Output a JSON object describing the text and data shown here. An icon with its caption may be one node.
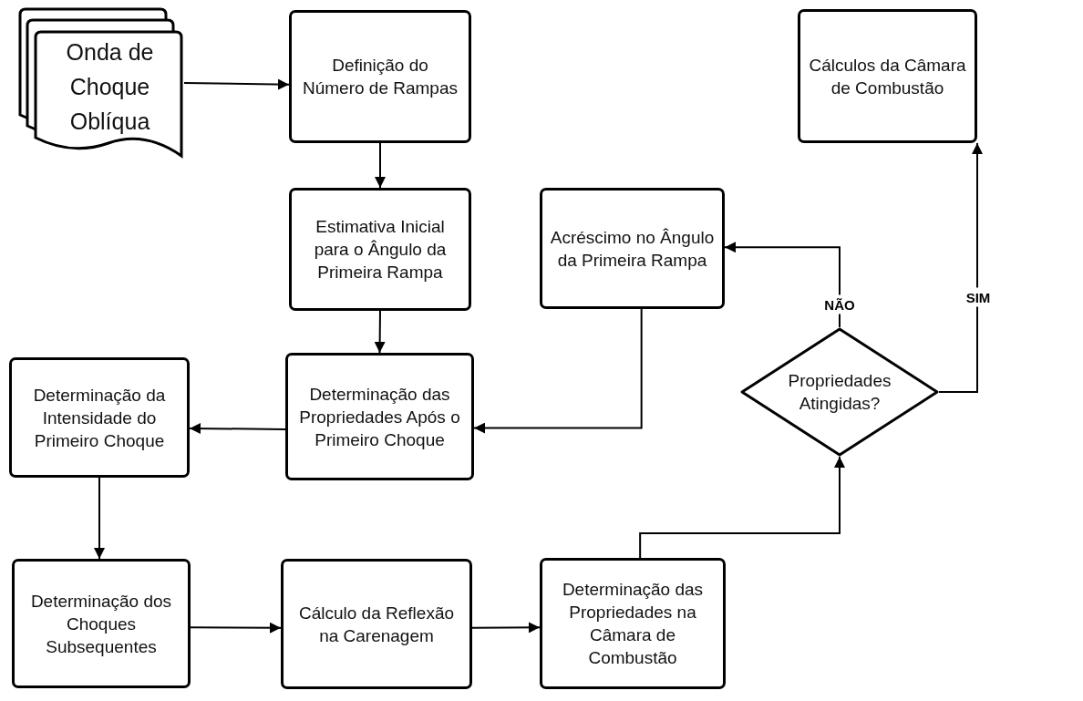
{
  "diagram": {
    "nodes": [
      {
        "text": [
          "Onda de Choque Oblíqua"
        ]
      },
      {
        "text": [
          "Definição do Número de Rampas"
        ]
      },
      {
        "text": [
          "Estimativa Inicial para o Ângulo da Primeira Rampa"
        ]
      },
      {
        "text": [
          "Determinação das Propriedades Após o Primeiro Choque"
        ]
      },
      {
        "text": [
          "Determinação da Intensidade do Primeiro Choque"
        ]
      },
      {
        "text": [
          "Determinação dos Choques Subsequentes"
        ]
      },
      {
        "text": [
          "Cálculo da Reflexão na Carenagem"
        ]
      },
      {
        "text": [
          "Determinação das Propriedades na Câmara de Combustão"
        ]
      },
      {
        "text": [
          "Propriedades Atingidas?"
        ]
      },
      {
        "text": [
          "Acréscimo no Ângulo da Primeira Rampa"
        ]
      },
      {
        "text": [
          "Cálculos da Câmara de Combustão"
        ]
      }
    ],
    "edges": [
      {
        "from": 0,
        "to": 1,
        "arrow": "to"
      },
      {
        "from": 1,
        "to": 2,
        "arrow": "to"
      },
      {
        "from": 2,
        "to": 3,
        "arrow": "to"
      },
      {
        "from": 3,
        "to": 4,
        "arrow": "to"
      },
      {
        "from": 4,
        "to": 5,
        "arrow": "to"
      },
      {
        "from": 5,
        "to": 6,
        "arrow": "to"
      },
      {
        "from": 6,
        "to": 7,
        "arrow": "to"
      },
      {
        "from": 7,
        "to": 8,
        "arrow": "to"
      },
      {
        "from": 8,
        "to": 9,
        "arrow": "to",
        "label": "NÃO"
      },
      {
        "from": 9,
        "to": 3,
        "arrow": "to"
      },
      {
        "from": 8,
        "to": 10,
        "arrow": "to",
        "label": "SIM"
      }
    ]
  }
}
